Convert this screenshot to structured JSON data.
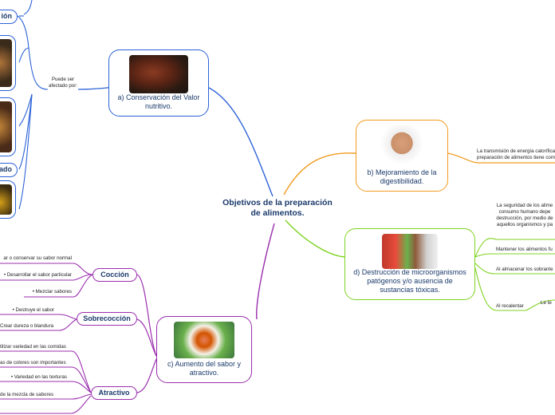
{
  "center": {
    "title": "Objetivos de la preparación de alimentos."
  },
  "branches": {
    "a": {
      "label": "a) Conservación del Valor nutritivo.",
      "note": "Puede ser afectado por:"
    },
    "b": {
      "label": "b) Mejoramiento de la digestibilidad.",
      "leaf": "La transmisión de energía calorífica preparación de alimentos tiene com"
    },
    "c": {
      "label": "c) Aumento del sabor y atractivo."
    },
    "d": {
      "label": "d) Destrucción de microorganismos patógenos y/o ausencia de sustancias tóxicas.",
      "leaf_long": "La seguridad de los alime consumo humano depe destrucción, por medio de aquellos organismos y pa",
      "leaf_mantener": "Mantener los alimentos fu",
      "leaf_almacenar": "Al almacenar los sobrante",
      "leaf_recalentar": "Al recalentar",
      "leaf_recalentar_tail": "Le te"
    }
  },
  "left_partial": {
    "top": "ión",
    "mid": "ado"
  },
  "coccion": {
    "label": "Cocción",
    "items": [
      "ar o conservar su sabor normal",
      "• Desarrollar el sabor particular",
      "• Mezclar sabores"
    ]
  },
  "sobrecoccion": {
    "label": "Sobrecocción",
    "items": [
      "• Destruye el sabor",
      "Crear dureza o blandura"
    ]
  },
  "atractivo": {
    "label": "Atractivo",
    "items": [
      "tilizar variedad en las comidas",
      "as de colores son importantes",
      "• Variedad en las texturas",
      "de la mezcla de sabores"
    ]
  },
  "colors": {
    "a": "#2c62d8",
    "b": "#f29a1e",
    "c": "#9b2fae",
    "d": "#7ed321"
  }
}
